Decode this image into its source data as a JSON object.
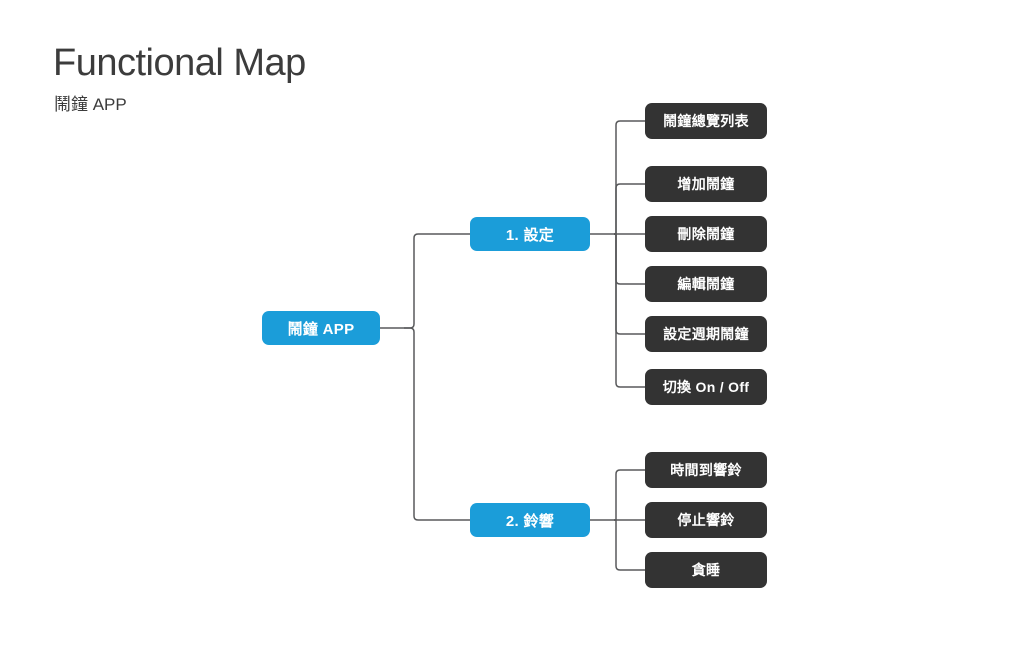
{
  "header": {
    "title": "Functional Map",
    "subtitle": "鬧鐘 APP"
  },
  "colors": {
    "accent": "#1b9dd9",
    "node_dark": "#333333",
    "connector": "#58595b",
    "text_dark": "#3c3c3c",
    "background": "#ffffff"
  },
  "diagram": {
    "type": "tree",
    "orientation": "left-to-right",
    "root": {
      "label": "鬧鐘 APP"
    },
    "branches": [
      {
        "label": "1. 設定",
        "children": [
          {
            "label": "鬧鐘總覽列表"
          },
          {
            "label": "增加鬧鐘"
          },
          {
            "label": "刪除鬧鐘"
          },
          {
            "label": "編輯鬧鐘"
          },
          {
            "label": "設定週期鬧鐘"
          },
          {
            "label": "切換 On / Off"
          }
        ]
      },
      {
        "label": "2. 鈴響",
        "children": [
          {
            "label": "時間到響鈴"
          },
          {
            "label": "停止響鈴"
          },
          {
            "label": "貪睡"
          }
        ]
      }
    ]
  }
}
